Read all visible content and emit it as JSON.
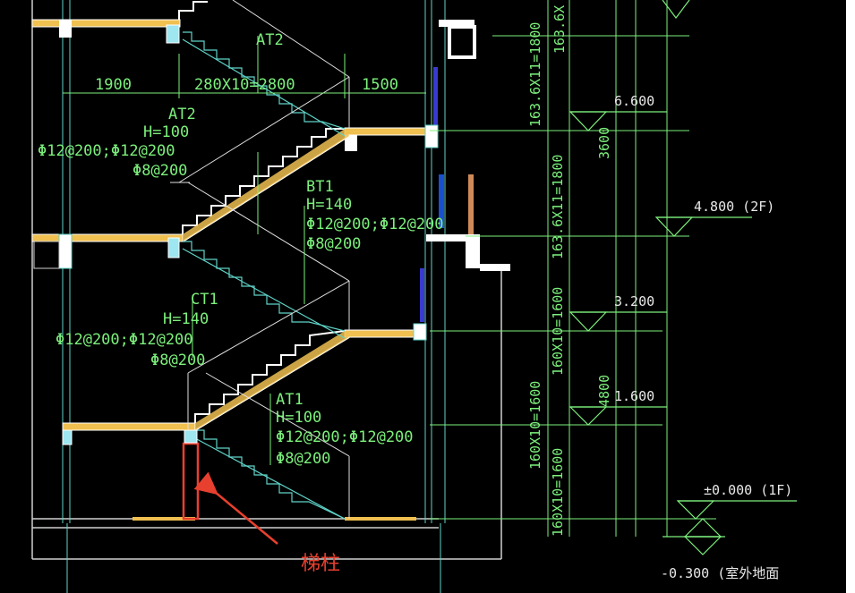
{
  "labels": {
    "at2_top": "AT2",
    "dim_left": "1900",
    "dim_mid": "280X10=2800",
    "dim_right": "1500",
    "at2": {
      "name": "AT2",
      "h": "H=100",
      "rebar": "Φ12@200;Φ12@200",
      "dist": "Φ8@200"
    },
    "bt1": {
      "name": "BT1",
      "h": "H=140",
      "rebar": "Φ12@200;Φ12@200",
      "dist": "Φ8@200"
    },
    "ct1": {
      "name": "CT1",
      "h": "H=140",
      "rebar": "Φ12@200;Φ12@200",
      "dist": "Φ8@200"
    },
    "at1": {
      "name": "AT1",
      "h": "H=100",
      "rebar": "Φ12@200;Φ12@200",
      "dist": "Φ8@200"
    }
  },
  "vertical_dims": [
    "163.6X",
    "163.6X11=1800",
    "3600",
    "163.6X11=1800",
    "160X10=1600",
    "4800",
    "160X10=1600",
    "160X10=1600"
  ],
  "elevations": {
    "e1": "6.600",
    "e2": "4.800  (2F)",
    "e3": "3.200",
    "e4": "1.600",
    "e5": "±0.000  (1F)",
    "e6": "-0.300  (室外地面"
  },
  "annotation": {
    "label": "梯柱",
    "color": "#e8402f"
  },
  "colors": {
    "background": "#000000",
    "dimension": "#7cf07c",
    "slab": "#f0c050",
    "axis": "#5fd3c8"
  }
}
